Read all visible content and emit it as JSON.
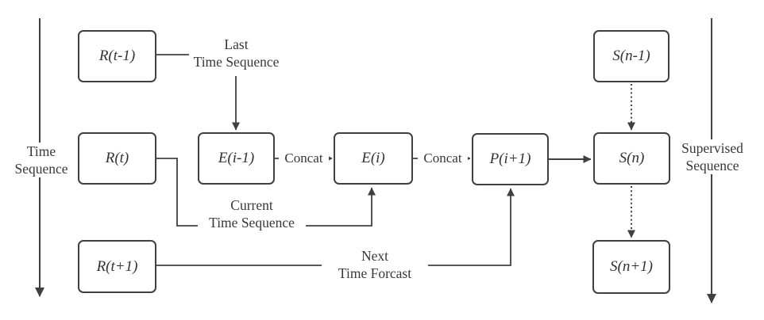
{
  "diagram": {
    "title": "time-sequence supervised forecasting flow",
    "colors": {
      "stroke": "#404040",
      "text": "#383838",
      "background": "#ffffff"
    },
    "nodes": {
      "r_prev": {
        "label": "R(t-1)"
      },
      "r_curr": {
        "label": "R(t)"
      },
      "r_next": {
        "label": "R(t+1)"
      },
      "e_prev": {
        "label": "E(i-1)"
      },
      "e_curr": {
        "label": "E(i)"
      },
      "p_next": {
        "label": "P(i+1)"
      },
      "s_prev": {
        "label": "S(n-1)"
      },
      "s_curr": {
        "label": "S(n)"
      },
      "s_next": {
        "label": "S(n+1)"
      }
    },
    "labels": {
      "time_axis": {
        "line1": "Time",
        "line2": "Sequence"
      },
      "supervised_axis": {
        "line1": "Supervised",
        "line2": "Sequence"
      },
      "last": {
        "line1": "Last",
        "line2": "Time Sequence"
      },
      "current": {
        "line1": "Current",
        "line2": "Time Sequence"
      },
      "next": {
        "line1": "Next",
        "line2": "Time Forcast"
      },
      "concat_left": "Concat",
      "concat_right": "Concat"
    }
  }
}
